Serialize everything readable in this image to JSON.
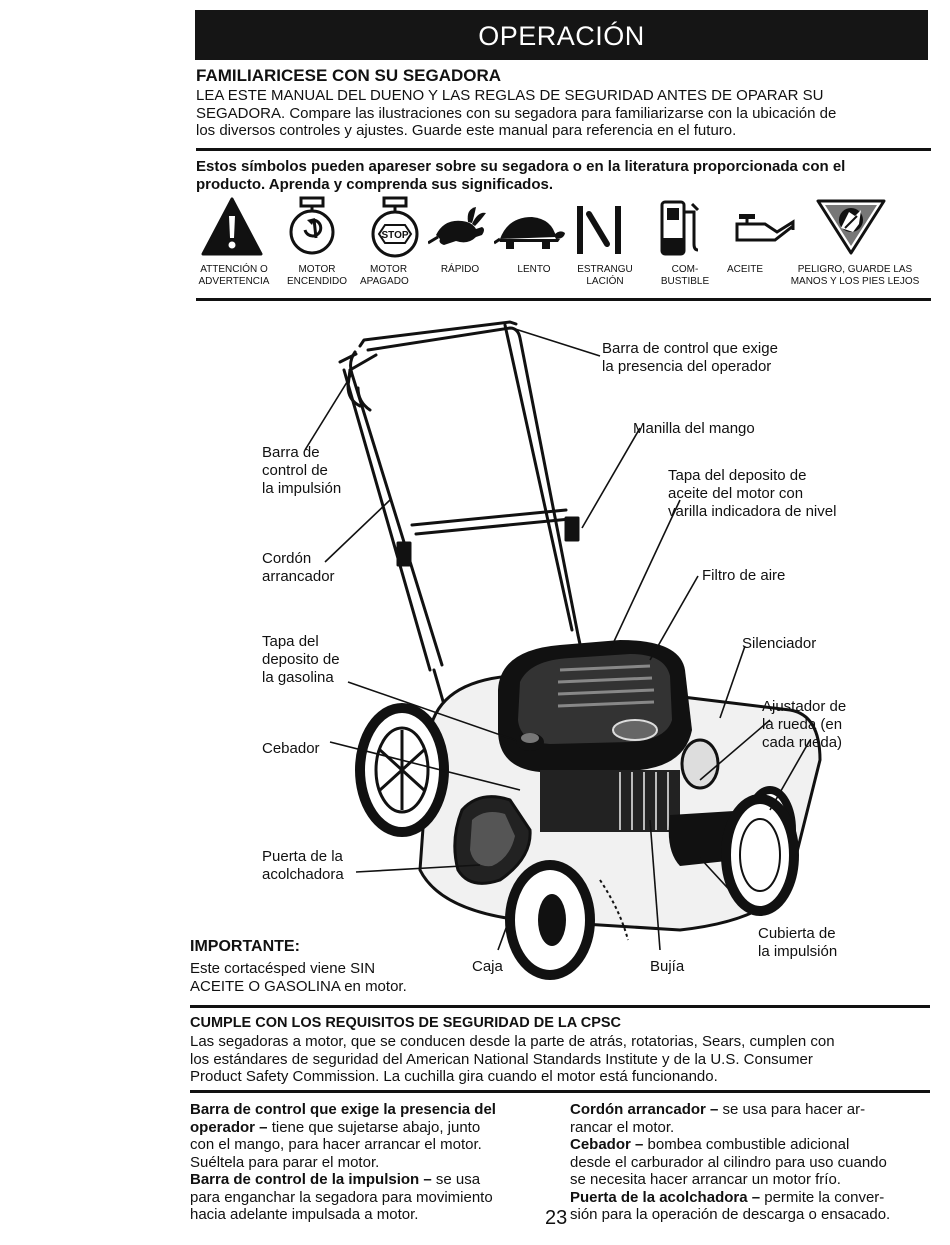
{
  "header": {
    "title": "OPERACIÓN"
  },
  "familiarize": {
    "heading": "FAMILIARICESE CON SU SEGADORA",
    "line1": "LEA ESTE MANUAL DEL DUENO Y LAS REGLAS DE SEGURIDAD ANTES DE OPARAR SU",
    "line2": "SEGADORA.  Compare las ilustraciones con su segadora para familiarizarse con la ubicación de",
    "line3": "los diversos controles y ajustes.  Guarde este manual para referencia en el futuro."
  },
  "symbols": {
    "intro1": "Estos símbolos pueden apareser sobre su segadora o en la literatura proporcionada con el",
    "intro2": "producto.  Aprenda y comprenda sus significados.",
    "stop_text": "STOP",
    "items": [
      {
        "icon": "warning-icon",
        "l1": "ATTENCIÓN O",
        "l2": "ADVERTENCIA"
      },
      {
        "icon": "engine-on-icon",
        "l1": "MOTOR",
        "l2": "ENCENDIDO"
      },
      {
        "icon": "engine-off-icon",
        "l1": "MOTOR",
        "l2": "APAGADO"
      },
      {
        "icon": "rabbit-icon",
        "l1": "RÁPIDO",
        "l2": ""
      },
      {
        "icon": "turtle-icon",
        "l1": "LENTO",
        "l2": ""
      },
      {
        "icon": "choke-icon",
        "l1": "ESTRANGU",
        "l2": "LACIÓN"
      },
      {
        "icon": "fuel-pump-icon",
        "l1": "COM-",
        "l2": "BUSTIBLE"
      },
      {
        "icon": "oil-can-icon",
        "l1": "ACEITE",
        "l2": ""
      },
      {
        "icon": "hand-blade-danger-icon",
        "l1": "PELIGRO, GUARDE LAS",
        "l2": "MANOS Y LOS PIES LEJOS"
      }
    ]
  },
  "diagram": {
    "presence_bar": [
      "Barra de control que exige",
      "la presencia del operador"
    ],
    "handle": [
      "Manilla del mango"
    ],
    "oil_cap": [
      "Tapa del deposito de",
      "aceite del motor con",
      "varilla indicadora de nivel"
    ],
    "air_filter": [
      "Filtro de aire"
    ],
    "muffler": [
      "Silenciador"
    ],
    "wheel_adjuster": [
      "Ajustador de",
      "la rueda (en",
      "cada rueda)"
    ],
    "drive_bar": [
      "Barra de",
      "control de",
      "la impulsión"
    ],
    "starter_cord": [
      "Cordón",
      "arrancador"
    ],
    "gas_cap": [
      "Tapa del",
      "deposito de",
      "la gasolina"
    ],
    "primer": [
      "Cebador"
    ],
    "mulcher_door": [
      "Puerta de la",
      "acolchadora"
    ],
    "drive_cover": [
      "Cubierta de",
      "la impulsión"
    ],
    "housing": [
      "Caja"
    ],
    "spark_plug": [
      "Bujía"
    ]
  },
  "important": {
    "label": "IMPORTANTE:",
    "line1": "Este cortacésped viene SIN",
    "line2": "ACEITE O GASOLINA en motor."
  },
  "cpsc": {
    "heading": "CUMPLE CON LOS REQUISITOS DE SEGURIDAD DE LA CPSC",
    "line1": "Las segadoras a motor, que se conducen desde la parte de atrás, rotatorias, Sears, cumplen con",
    "line2": "los estándares de seguridad del American National Standards Institute y de la U.S. Consumer",
    "line3": "Product Safety Commission.  La cuchilla gira cuando el motor está funcionando."
  },
  "definitions": {
    "left": {
      "t1a": "Barra de control que exige la presencia del",
      "t1b": "operador –",
      "d1a": " tiene que sujetarse abajo, junto",
      "d1b": "con el mango, para hacer arrancar el motor.",
      "d1c": "Suéltela para parar el motor.",
      "t2": "Barra de control de la impulsion –",
      "d2a": " se usa",
      "d2b": "para enganchar la segadora para movimiento",
      "d2c": "hacia adelante impulsada a motor."
    },
    "right": {
      "t1": "Cordón arrancador –",
      "d1a": " se usa para hacer ar-",
      "d1b": "rancar el motor.",
      "t2": "Cebador –",
      "d2a": " bombea combustible adicional",
      "d2b": "desde el carburador al cilindro para uso cuando",
      "d2c": "se necesita hacer arrancar un motor frío.",
      "t3": "Puerta de la acolchadora –",
      "d3a": " permite la conver-",
      "d3b": "sión para la operación de descarga o ensacado."
    }
  },
  "page_number": "23"
}
